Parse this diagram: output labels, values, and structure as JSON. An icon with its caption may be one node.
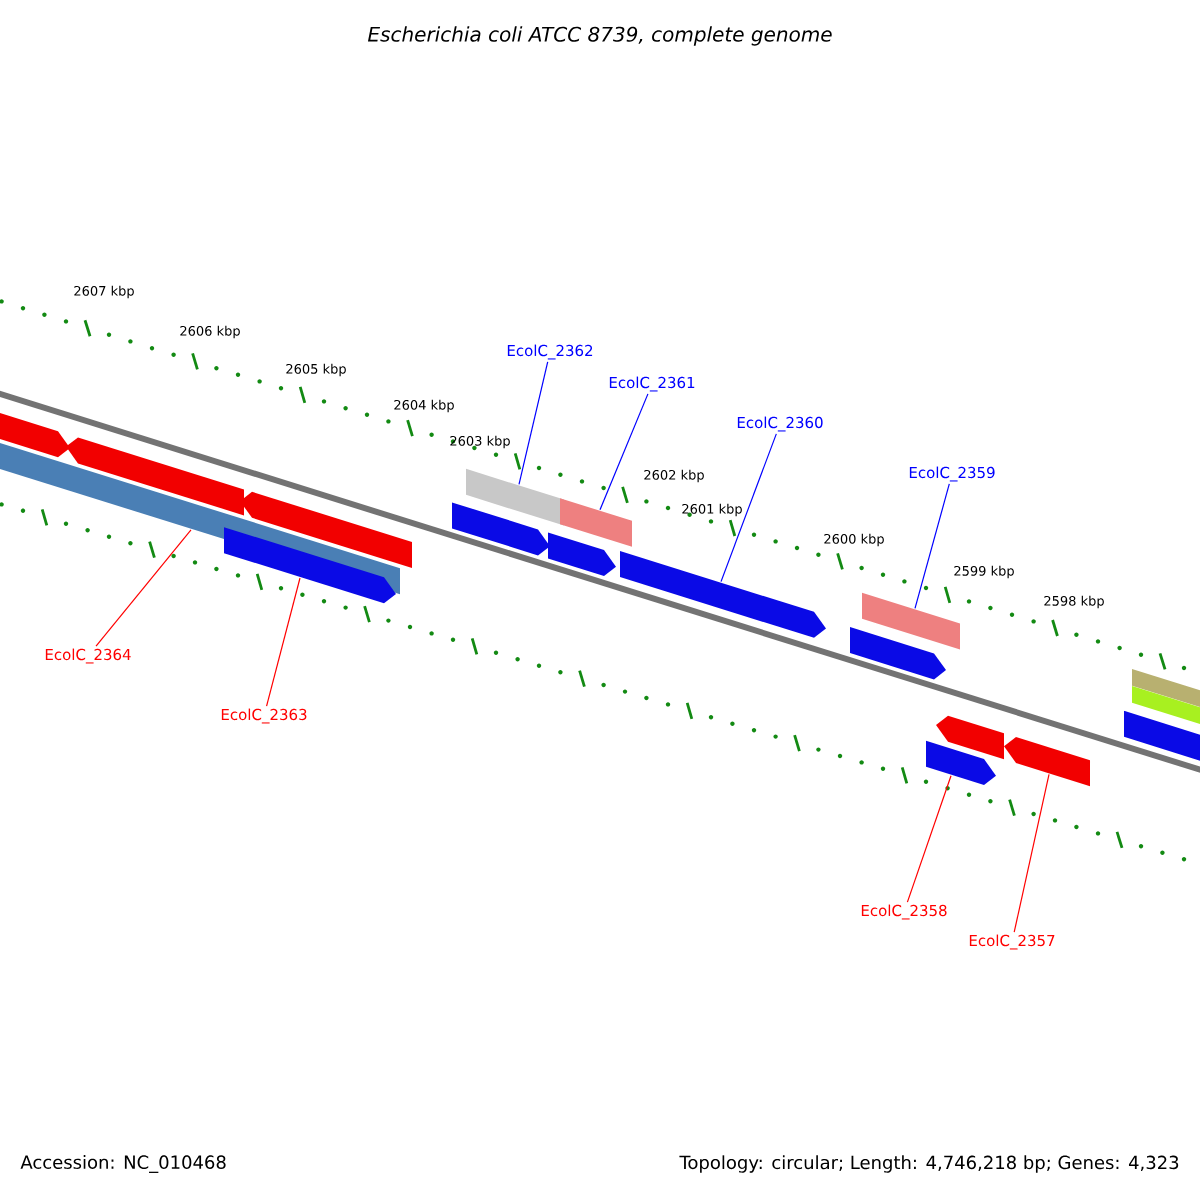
{
  "diagram": {
    "title": "Escherichia coli ATCC 8739, complete genome",
    "nodes": [
      {
        "text": [
          "EcolC_2362"
        ]
      },
      {
        "text": [
          "EcolC_2361"
        ]
      },
      {
        "text": [
          "EcolC_2360"
        ]
      },
      {
        "text": [
          "EcolC_2359"
        ]
      },
      {
        "text": [
          "EcolC_2364"
        ]
      },
      {
        "text": [
          "EcolC_2363"
        ]
      },
      {
        "text": [
          "EcolC_2358"
        ]
      },
      {
        "text": [
          "EcolC_2357"
        ]
      },
      {
        "text": [],
        "shape": "bar"
      },
      {
        "text": [],
        "shape": "bar"
      },
      {
        "text": [],
        "shape": "arrow"
      },
      {
        "text": [],
        "shape": "bar"
      },
      {
        "text": [],
        "shape": "bar"
      },
      {
        "text": [],
        "shape": "arrow"
      },
      {
        "text": [],
        "shape": "arrow"
      },
      {
        "text": [],
        "shape": "arrow"
      },
      {
        "text": [],
        "shape": "arrow"
      },
      {
        "text": [],
        "shape": "arrow"
      },
      {
        "text": [],
        "shape": "arrow"
      },
      {
        "text": [],
        "shape": "arrow"
      },
      {
        "text": [],
        "shape": "arrow"
      },
      {
        "text": [],
        "shape": "arrow"
      },
      {
        "text": [],
        "shape": "bar"
      },
      {
        "text": [],
        "shape": "bar"
      },
      {
        "text": [],
        "shape": "bar"
      },
      {
        "text": [],
        "shape": "arrow"
      }
    ],
    "edges": [
      {
        "from": 0,
        "to": 8,
        "arrow": "none",
        "color": "#0000ff"
      },
      {
        "from": 1,
        "to": 9,
        "arrow": "none",
        "color": "#0000ff"
      },
      {
        "from": 2,
        "to": 10,
        "arrow": "none",
        "color": "#0000ff"
      },
      {
        "from": 3,
        "to": 11,
        "arrow": "none",
        "color": "#0000ff"
      },
      {
        "from": 4,
        "to": 12,
        "arrow": "none",
        "color": "#ff0000"
      },
      {
        "from": 5,
        "to": 13,
        "arrow": "none",
        "color": "#ff0000"
      },
      {
        "from": 6,
        "to": 14,
        "arrow": "none",
        "color": "#ff0000"
      },
      {
        "from": 7,
        "to": 15,
        "arrow": "none",
        "color": "#ff0000"
      }
    ],
    "labels": [
      "2607 kbp",
      "2606 kbp",
      "2605 kbp",
      "2604 kbp",
      "2603 kbp",
      "2602 kbp",
      "2601 kbp",
      "2600 kbp",
      "2599 kbp",
      "2598 kbp",
      "Accession: NC_010468",
      "Topology: circular; Length: 4,746,218 bp; Genes: 4,323"
    ]
  }
}
